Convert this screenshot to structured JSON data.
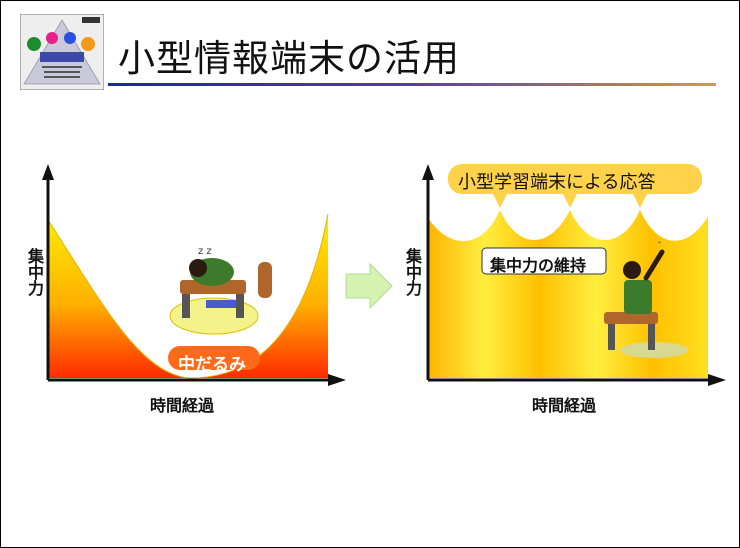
{
  "slide": {
    "title": "小型情報端末の活用"
  },
  "left_chart": {
    "ylabel": "集中力",
    "xlabel": "時間経過",
    "annotation": "中だるみ"
  },
  "right_chart": {
    "ylabel": "集中力",
    "xlabel": "時間経過",
    "callout": "小型学習端末による応答",
    "annotation": "集中力の維持"
  },
  "colors": {
    "fill_top": "#ffe400",
    "fill_bottom": "#ff3000",
    "callout_fill": "#ffd24a",
    "arrow": "#c8f0a0"
  }
}
